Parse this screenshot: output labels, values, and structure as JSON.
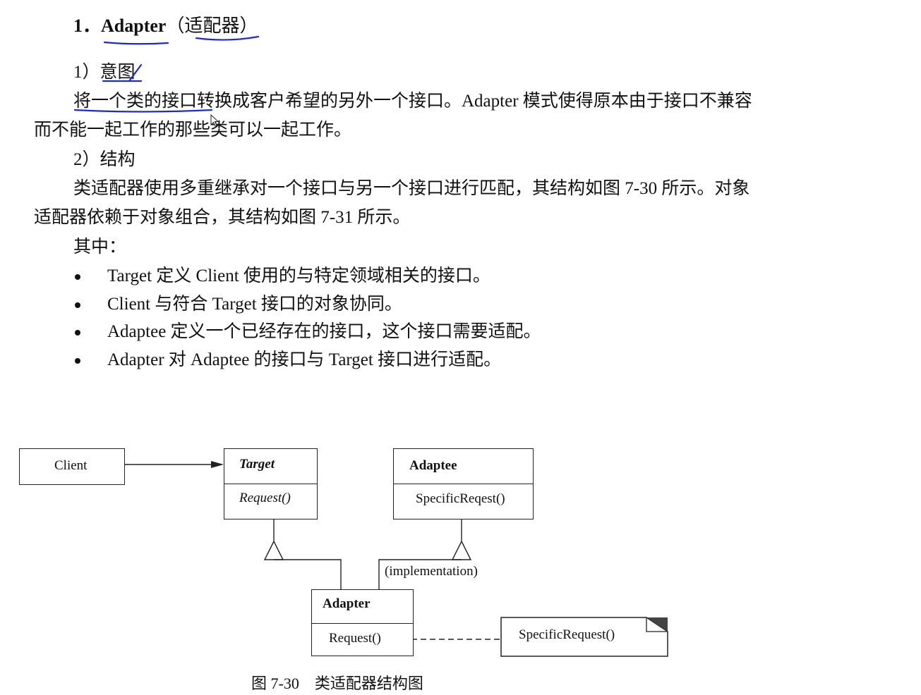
{
  "heading": {
    "number": "1．",
    "name": "Adapter",
    "paren": "（适配器）"
  },
  "sections": {
    "intent_title": "1）意图",
    "intent_line1": "将一个类的接口转换成客户希望的另外一个接口。Adapter 模式使得原本由于接口不兼容",
    "intent_line2": "而不能一起工作的那些类可以一起工作。",
    "structure_title": "2）结构",
    "structure_line1": "类适配器使用多重继承对一个接口与另一个接口进行匹配，其结构如图 7-30 所示。对象",
    "structure_line2": "适配器依赖于对象组合，其结构如图 7-31 所示。",
    "among": "其中："
  },
  "bullets": [
    "Target 定义 Client 使用的与特定领域相关的接口。",
    "Client 与符合 Target 接口的对象协同。",
    "Adaptee 定义一个已经存在的接口，这个接口需要适配。",
    "Adapter 对 Adaptee 的接口与 Target 接口进行适配。"
  ],
  "diagram": {
    "client": "Client",
    "target_name": "Target",
    "target_op": "Request()",
    "adaptee_name": "Adaptee",
    "adaptee_op": "SpecificReqest()",
    "adapter_name": "Adapter",
    "adapter_op": "Request()",
    "implementation_label": "(implementation)",
    "note": "SpecificRequest()"
  },
  "caption": "图 7-30　类适配器结构图",
  "colors": {
    "annotation_ink": "#1d2bc9",
    "text": "#111111"
  }
}
